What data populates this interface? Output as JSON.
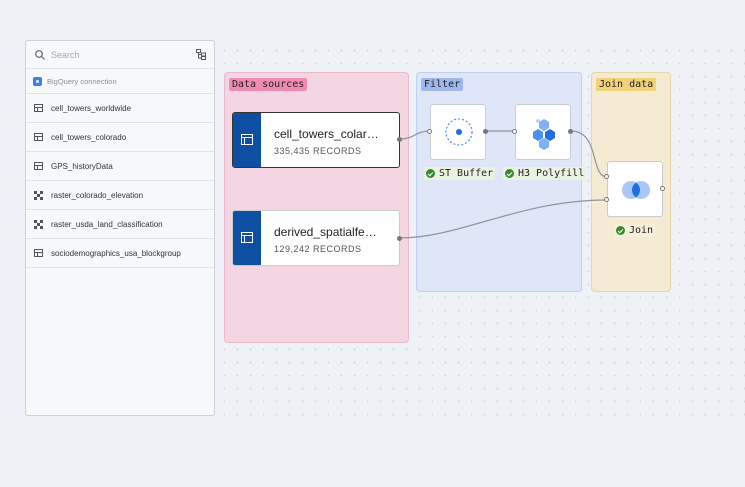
{
  "sidebar": {
    "search_placeholder": "Search",
    "connection_label": "BigQuery connection",
    "items": [
      {
        "label": "cell_towers_worldwide",
        "kind": "table"
      },
      {
        "label": "cell_towers_colorado",
        "kind": "table"
      },
      {
        "label": "GPS_historyData",
        "kind": "table"
      },
      {
        "label": "raster_colorado_elevation",
        "kind": "raster"
      },
      {
        "label": "raster_usda_land_classification",
        "kind": "raster"
      },
      {
        "label": "sociodemographics_usa_blockgroup",
        "kind": "table"
      }
    ]
  },
  "groups": {
    "sources": "Data sources",
    "filter": "Filter",
    "join": "Join data"
  },
  "nodes": {
    "source1": {
      "title": "cell_towers_colar…",
      "records": "335,435 RECORDS"
    },
    "source2": {
      "title": "derived_spatialfe…",
      "records": "129,242 RECORDS"
    },
    "buffer": {
      "label": "ST Buffer",
      "icon": "buffer-icon"
    },
    "h3": {
      "label": "H3 Polyfill",
      "icon": "hexagon-cluster-icon"
    },
    "join": {
      "label": "Join",
      "icon": "venn-join-icon"
    }
  },
  "colors": {
    "sources_group": "#f4d6e3",
    "filter_group": "#dfe6f7",
    "join_group": "#f4ebd2",
    "node_band": "#0f4fa3",
    "accent_blue": "#1f6fe0",
    "success_green": "#3a8a2b"
  }
}
